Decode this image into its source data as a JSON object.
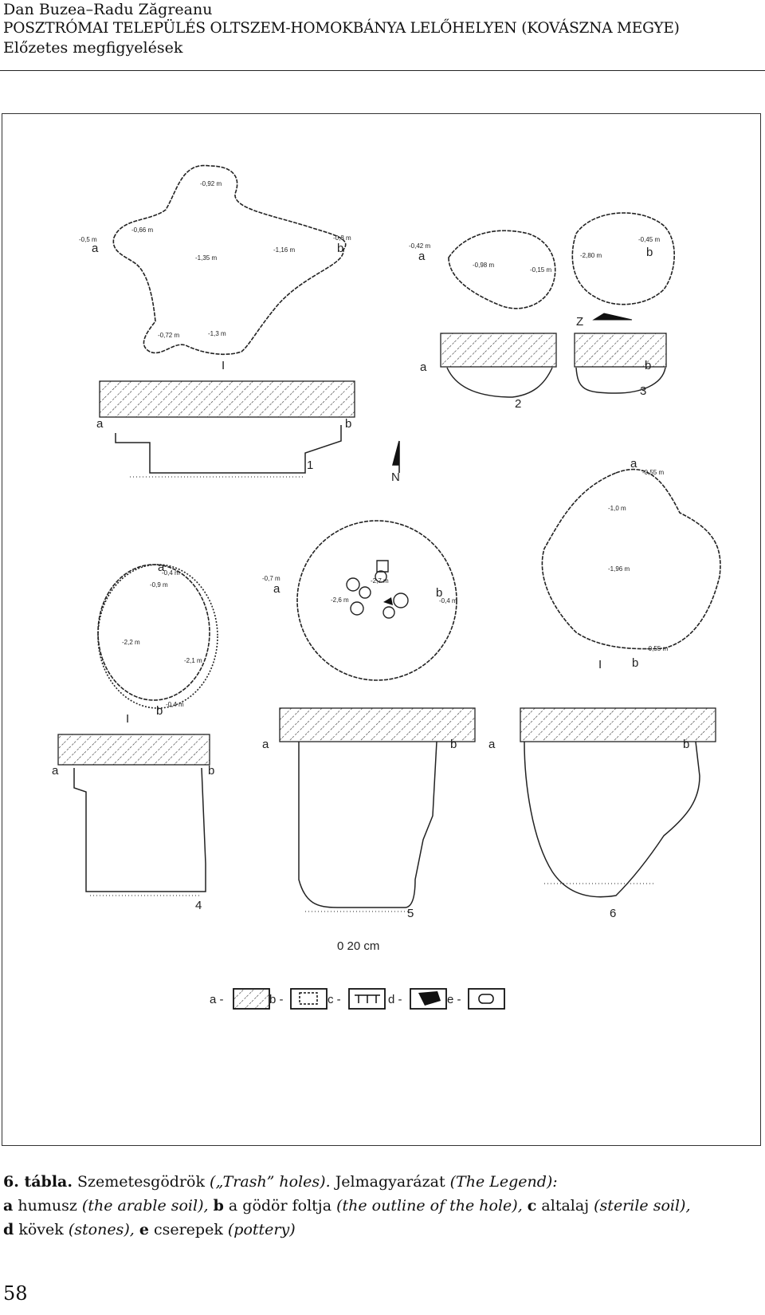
{
  "header": {
    "authors": "Dan Buzea–Radu Zăgreanu",
    "title": "POSZTRÓMAI TELEPÜLÉS OLTSZEM-HOMOKBÁNYA LELŐHELYEN (KOVÁSZNA MEGYE)",
    "subtitle": "Előzetes megfigyelések"
  },
  "plate": {
    "labels": {
      "a": "a",
      "b": "b",
      "i": "I",
      "n1": "1",
      "n2": "2",
      "n3": "3",
      "n4": "4",
      "n5": "5",
      "n6": "6",
      "north": "N",
      "north2": "Z",
      "scale": "0  20 cm"
    },
    "depths": {
      "p1_top": "-0,92 m",
      "p1_a": "-0,5 m",
      "p1_c1": "-0,66 m",
      "p1_center": "-1,35 m",
      "p1_right": "-1,16 m",
      "p1_b": "-0,8 m",
      "p1_bl": "-0,72 m",
      "p1_bc": "-1,3 m",
      "p2_a": "-0,42 m",
      "p2_center": "-0,98 m",
      "p2_mid": "-0,15 m",
      "p3_center": "-2,80 m",
      "p3_b": "-0,45 m",
      "p4_a": "-0,4 m",
      "p4_a2": "-0,9 m",
      "p4_center": "-2,2 m",
      "p4_right": "-2,1 m",
      "p4_b": "-0,4 m",
      "p5_a": "-0,7 m",
      "p5_c1": "-2,7 m",
      "p5_c2": "-2,6 m",
      "p5_b": "-0,4 m",
      "p6_a": "-0,55 m",
      "p6_top": "-1,0 m",
      "p6_center": "-1,96 m",
      "p6_b": "-0,55 m"
    },
    "legend": {
      "a": "a -",
      "b": "b -",
      "c": "c -",
      "d": "d -",
      "e": "e -"
    }
  },
  "caption": {
    "plate_no": "6. tábla.",
    "title": "Szemetesgödrök",
    "title_en": "(„Trash” holes).",
    "legend_hu": "Jelmagyarázat",
    "legend_en": "(The Legend):",
    "a_key": "a",
    "a_hu": "humusz",
    "a_en": "(the arable soil),",
    "b_key": "b",
    "b_hu": "a gödör foltja",
    "b_en": "(the outline of the hole),",
    "c_key": "c",
    "c_hu": "altalaj",
    "c_en": "(sterile soil),",
    "d_key": "d",
    "d_hu": "kövek",
    "d_en": "(stones),",
    "e_key": "e",
    "e_hu": "cserepek",
    "e_en": "(pottery)"
  },
  "page_number": "58"
}
